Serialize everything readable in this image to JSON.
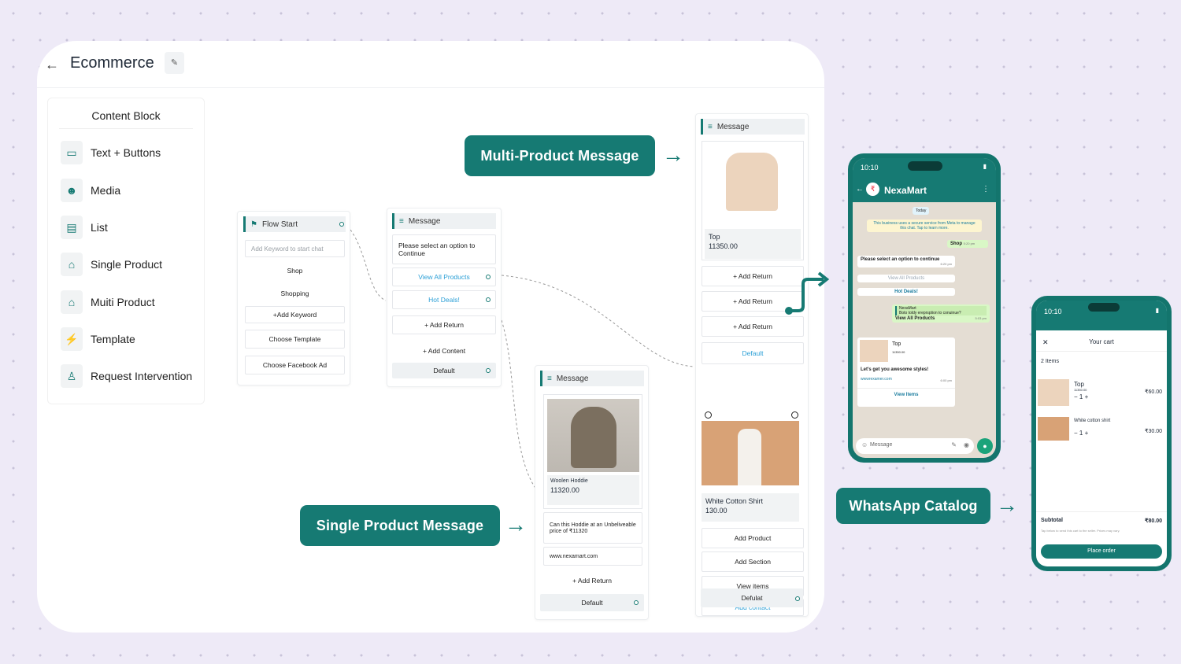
{
  "header": {
    "title": "Ecommerce"
  },
  "sidebar": {
    "heading": "Content Block",
    "items": [
      {
        "label": "Text + Buttons",
        "icon": "chat-icon"
      },
      {
        "label": "Media",
        "icon": "media-icon"
      },
      {
        "label": "List",
        "icon": "list-icon"
      },
      {
        "label": "Single Product",
        "icon": "store-icon"
      },
      {
        "label": "Muiti Product",
        "icon": "store-icon"
      },
      {
        "label": "Template",
        "icon": "bolt-icon"
      },
      {
        "label": "Request Intervention",
        "icon": "person-icon"
      }
    ]
  },
  "flow_start": {
    "title": "Flow Start",
    "keyword_placeholder": "Add Keyword to start chat",
    "keywords": [
      "Shop",
      "Shopping"
    ],
    "add_keyword": "+Add Keyword",
    "choose_template": "Choose Template",
    "choose_fb_ad": "Choose Facebook Ad"
  },
  "message1": {
    "title": "Message",
    "text": "Please select an option to Continue",
    "buttons": [
      "View All Products",
      "Hot Deals!"
    ],
    "add_return": "+ Add Return",
    "add_content": "+ Add Content",
    "default": "Default"
  },
  "message2": {
    "title": "Message",
    "product_name": "Woolen Hoddie",
    "product_price": "11320.00",
    "body": "Can this Hoddie at an Unbeliveable price of  ₹11320",
    "link": "www.nexamart.com",
    "add_return": "+ Add Return",
    "default": "Default"
  },
  "message3": {
    "title": "Message",
    "product1_name": "Top",
    "product1_price": "11350.00",
    "add_return": "+ Add Return",
    "default": "Default",
    "product2_name": "White Cotton Shirt",
    "product2_price": "130.00",
    "add_product": "Add Product",
    "add_section": "Add Section",
    "view_items": "View items",
    "add_contact": "Add contact",
    "defulat": "Defulat"
  },
  "callouts": {
    "multi": "Multi-Product Message",
    "single": "Single Product Message",
    "catalog": "WhatsApp Catalog"
  },
  "phone1": {
    "time": "10:10",
    "contact": "NexaMart",
    "date_chip": "Today",
    "business_notice": "This business uses a secure service from Meta to manage this chat. Tap to learn more.",
    "shop_msg": "Shop",
    "shop_time": "5:20 pm",
    "prompt": "Please select an option to continue",
    "prompt_time": "6:20 pm",
    "btn_view_all": "View All Products",
    "btn_hot": "Hot Deals!",
    "reply_name": "NexaMart",
    "reply_quote": "Boto toldy ereprsption to conuinue?",
    "reply_text": "View All Products",
    "reply_time": "5:03 pm",
    "product_name": "Top",
    "product_price": "11350.00",
    "product_msg": "Let's get you awesome styles!",
    "product_link": "wwwrexamer.com",
    "product_time": "6:00 pm",
    "view_items": "View Items",
    "input_placeholder": "Message"
  },
  "phone2": {
    "time": "10:10",
    "title": "Your cart",
    "count": "2 Items",
    "items": [
      {
        "name": "Top",
        "sub": "11350.00",
        "qty": "1",
        "price": "₹60.00"
      },
      {
        "name": "White cotton shirt",
        "sub": "",
        "qty": "1",
        "price": "₹30.00"
      }
    ],
    "subtotal_label": "Subtotal",
    "subtotal_value": "₹80.00",
    "note": "Tap below to send this cart to the seller. Prices may vary.",
    "place_order": "Place order"
  },
  "colors": {
    "accent": "#167a73",
    "link": "#2a9fd6",
    "background": "#eeeaf7"
  }
}
